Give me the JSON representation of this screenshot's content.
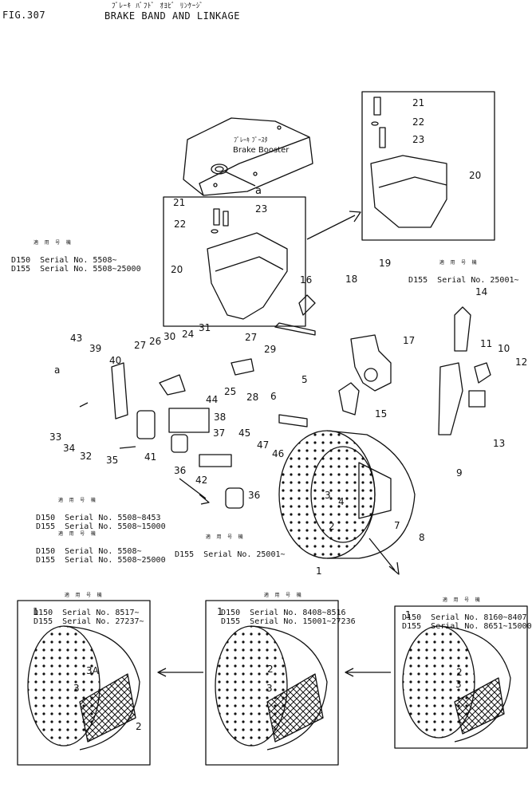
{
  "header": {
    "fig": "FIG.307",
    "jp_title": "ﾌﾞﾚｰｷ ﾊﾞﾌﾄﾞ ｵﾖﾋﾞ ﾘﾝｹｰｼﾞ",
    "title": "BRAKE BAND AND LINKAGE"
  },
  "booster": {
    "jp": "ﾌﾞﾚｰｷ ﾌﾞｰｽﾀ",
    "en": "Brake Booster",
    "ref": "a"
  },
  "applicability_jp": "適 用 号 機",
  "captions": {
    "bracket_left": [
      "D150  Serial No. 5508~",
      "D155  Serial No. 5508~25000"
    ],
    "bracket_right": [
      "D155  Serial No. 25001~"
    ],
    "spacer_old": [
      "D150  Serial No. 5508~8453",
      "D155  Serial No. 5508~15000"
    ],
    "bushing_old": [
      "D150  Serial No. 5508~",
      "D155  Serial No. 5508~25000"
    ],
    "bushing_new": [
      "D155  Serial No. 25001~"
    ],
    "band_a": [
      "D150  Serial No. 8517~",
      "D155  Serial No. 27237~"
    ],
    "band_b": [
      "D150  Serial No. 8408~8516",
      "D155  Serial No. 15001~27236"
    ],
    "band_c": [
      "D150  Serial No. 8160~8407",
      "D155  Serial No. 8651~15000"
    ]
  },
  "callouts": [
    "21",
    "22",
    "23",
    "20",
    "21",
    "22",
    "23",
    "20",
    "19",
    "18",
    "14",
    "16",
    "17",
    "15",
    "5",
    "6",
    "43",
    "39",
    "40",
    "27",
    "26",
    "30",
    "24",
    "31",
    "27",
    "29",
    "25",
    "28",
    "44",
    "11",
    "10",
    "12",
    "13",
    "9",
    "33",
    "34",
    "32",
    "35",
    "41",
    "38",
    "37",
    "45",
    "36",
    "42",
    "47",
    "46",
    "36",
    "3",
    "4",
    "2",
    "7",
    "8",
    "1",
    "1",
    "3A",
    "3",
    "2",
    "1",
    "2",
    "3",
    "1",
    "2",
    "3",
    "a"
  ],
  "colors": {
    "ink": "#111111",
    "paper": "#ffffff"
  }
}
